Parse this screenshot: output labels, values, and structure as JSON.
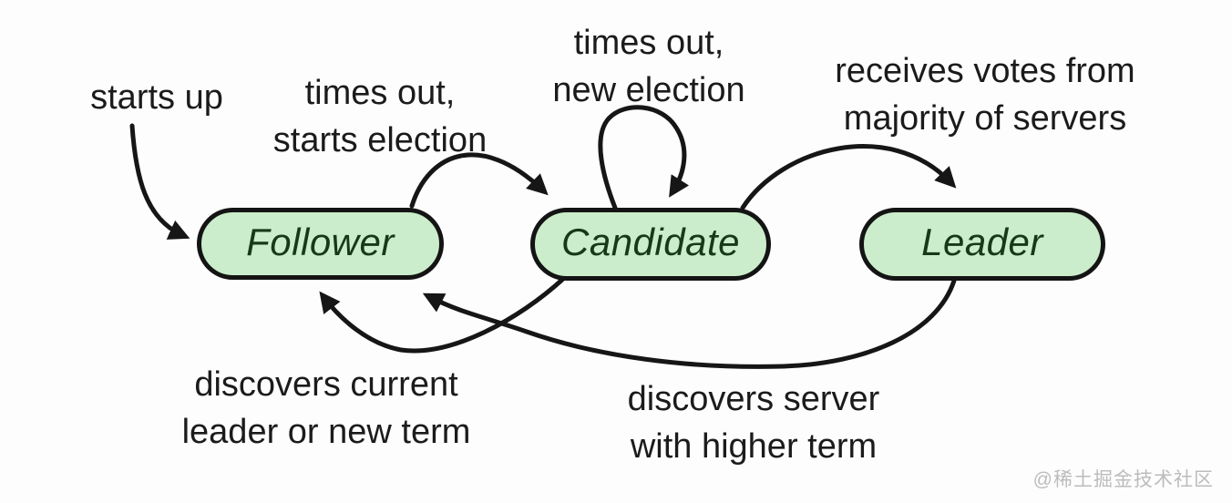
{
  "colors": {
    "background": "#fdfdfd",
    "state_fill": "#cbedcb",
    "state_border": "#141414",
    "state_text": "#173917",
    "arrow_stroke": "#161616",
    "label_text": "#1b1b1b",
    "watermark_text_color": "#bcbcbc"
  },
  "states": [
    {
      "label": "Follower"
    },
    {
      "label": "Candidate"
    },
    {
      "label": "Leader"
    }
  ],
  "transitions": [
    {
      "name": "starts-up",
      "label": "starts up",
      "from": "start",
      "to": "Follower"
    },
    {
      "name": "follower-times-out",
      "label": "times out,\nstarts election",
      "from": "Follower",
      "to": "Candidate"
    },
    {
      "name": "candidate-times-out",
      "label": "times out,\nnew election",
      "from": "Candidate",
      "to": "Candidate"
    },
    {
      "name": "candidate-wins",
      "label": "receives votes from\nmajority of servers",
      "from": "Candidate",
      "to": "Leader"
    },
    {
      "name": "candidate-steps-down",
      "label": "discovers current\nleader or new term",
      "from": "Candidate",
      "to": "Follower"
    },
    {
      "name": "leader-steps-down",
      "label": "discovers server\nwith higher term",
      "from": "Leader",
      "to": "Follower"
    }
  ],
  "watermark": "@稀土掘金技术社区"
}
